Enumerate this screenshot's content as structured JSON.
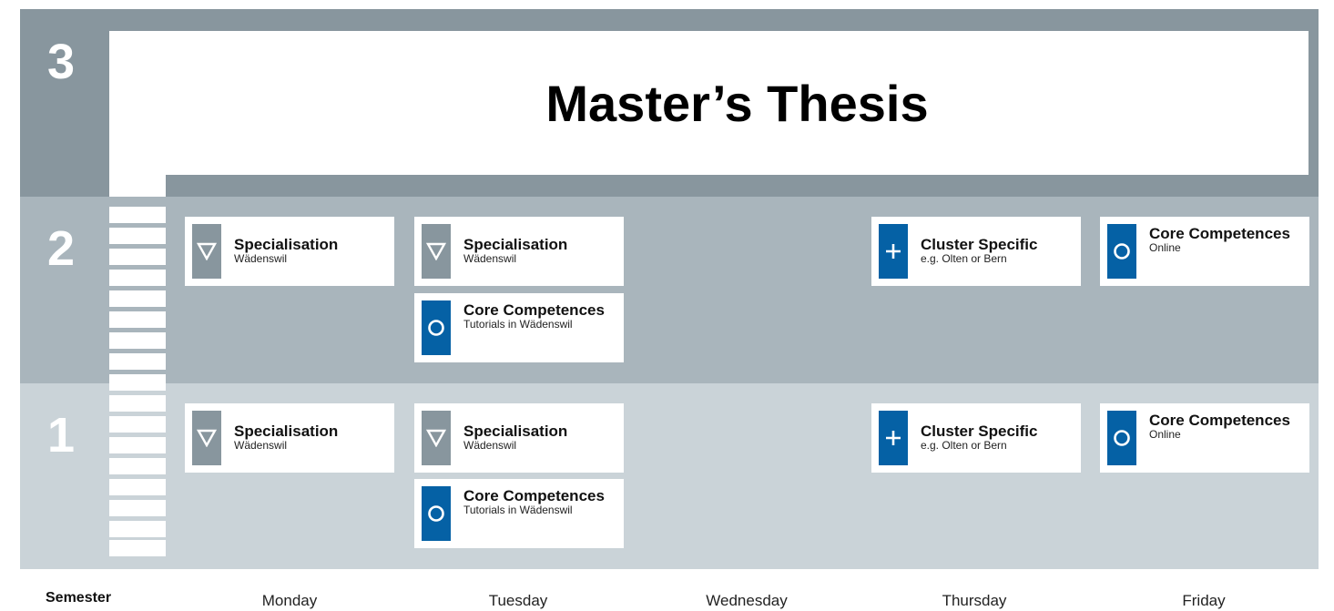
{
  "semesters": {
    "s3": "3",
    "s2": "2",
    "s1": "1"
  },
  "thesis": {
    "title": "Master’s Thesis"
  },
  "modules": {
    "specialisation": {
      "title": "Specialisation",
      "sub": "Wädenswil"
    },
    "core_tutorial": {
      "title": "Core Competences",
      "sub": "Tutorials in Wädenswil"
    },
    "cluster": {
      "title": "Cluster Specific",
      "sub": "e.g. Olten or Bern"
    },
    "core_online": {
      "title": "Core Competences",
      "sub": "Online"
    }
  },
  "axis": {
    "semester_label": "Semester",
    "days": [
      "Monday",
      "Tuesday",
      "Wednesday",
      "Thursday",
      "Friday"
    ]
  },
  "colors": {
    "band3": "#88969e",
    "band2": "#a9b5bc",
    "band1": "#cad3d8",
    "specialisation_icon": "#88969e",
    "core_and_cluster_icon": "#0561a5"
  },
  "icons": {
    "specialisation": "triangle-down-icon",
    "core": "circle-icon",
    "cluster": "plus-icon"
  }
}
